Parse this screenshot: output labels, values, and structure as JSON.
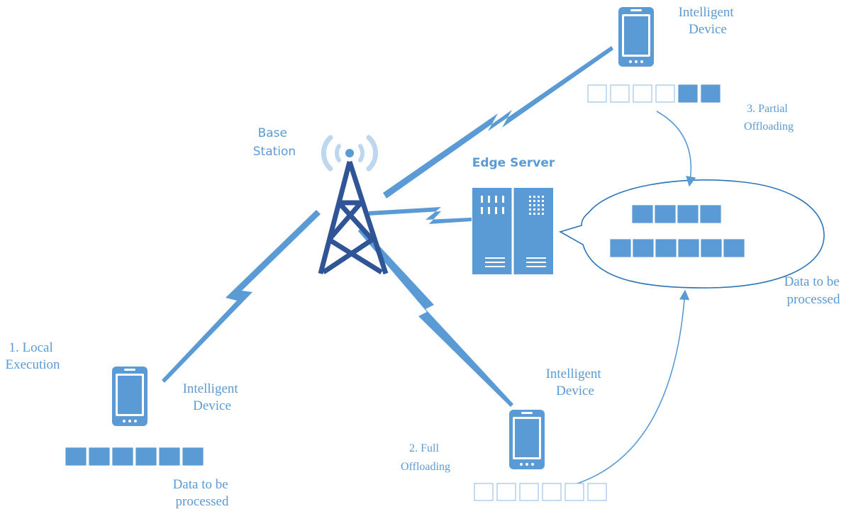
{
  "colors": {
    "accent": "#5b9bd5",
    "accent_dark": "#2e75b6",
    "tower": "#2f5597",
    "radio_waves": "#bdd7ee",
    "empty_block_border": "#9dc3e6"
  },
  "icons": {
    "tower": "cell-tower-icon",
    "server": "server-rack-icon",
    "device": "smartphone-icon",
    "link": "lightning-link-icon"
  },
  "labels": {
    "base_station": [
      "Base",
      "Station"
    ],
    "edge_server": "Edge Server",
    "device_top": [
      "Intelligent",
      "Device"
    ],
    "device_left": [
      "Intelligent",
      "Device"
    ],
    "device_bottom": [
      "Intelligent",
      "Device"
    ],
    "local_execution": [
      "1. Local",
      "Execution"
    ],
    "full_offloading": [
      "2. Full",
      "Offloading"
    ],
    "partial_offloading": [
      "3. Partial",
      "Offloading"
    ],
    "data_left": [
      "Data to be",
      "processed"
    ],
    "data_right": [
      "Data to be",
      "processed"
    ]
  },
  "task_queues": {
    "top_device": {
      "blocks": 6,
      "filled": 2
    },
    "left_device": {
      "blocks": 6,
      "filled": 6
    },
    "bottom_device": {
      "blocks": 6,
      "filled": 0
    },
    "server_bubble_upper": {
      "blocks": 4,
      "filled": 4
    },
    "server_bubble_lower": {
      "blocks": 6,
      "filled": 6
    }
  }
}
